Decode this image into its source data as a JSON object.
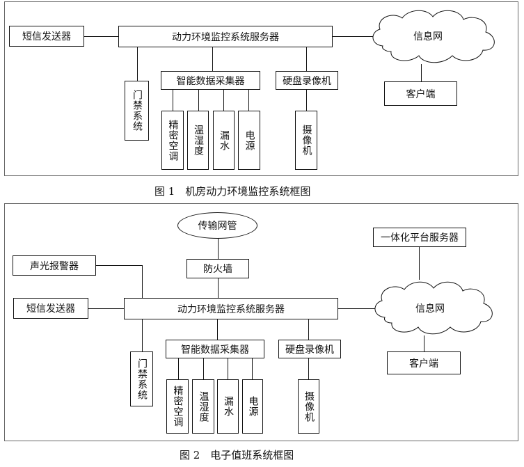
{
  "figure1": {
    "caption": "图 1　机房动力环境监控系统框图",
    "sms_sender": "短信发送器",
    "server": "动力环境监控系统服务器",
    "network": "信息网",
    "client": "客户端",
    "access_control": "门禁系统",
    "collector": "智能数据采集器",
    "dvr": "硬盘录像机",
    "sensors": [
      "精密空调",
      "温湿度",
      "漏水",
      "电源"
    ],
    "camera": "摄像机"
  },
  "figure2": {
    "caption": "图 2　电子值班系统框图",
    "transmission_mgmt": "传输网管",
    "firewall": "防火墙",
    "alarm": "声光报警器",
    "platform_server": "一体化平台服务器",
    "sms_sender": "短信发送器",
    "server": "动力环境监控系统服务器",
    "network": "信息网",
    "client": "客户端",
    "access_control": "门禁系统",
    "collector": "智能数据采集器",
    "dvr": "硬盘录像机",
    "sensors": [
      "精密空调",
      "温湿度",
      "漏水",
      "电源"
    ],
    "camera": "摄像机"
  }
}
